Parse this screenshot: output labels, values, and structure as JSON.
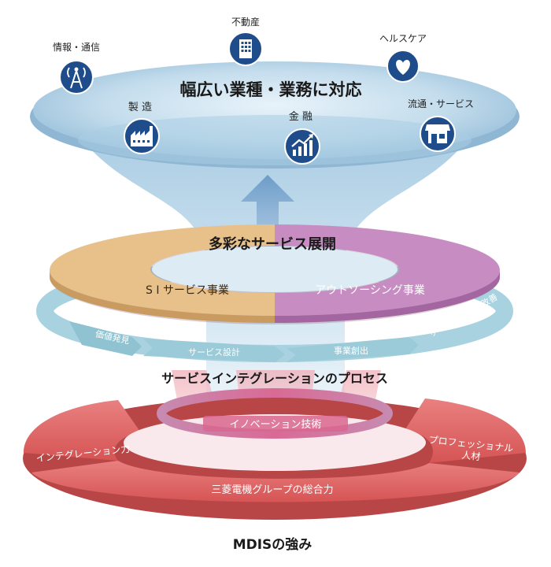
{
  "top_disc": {
    "title": "幅広い業種・業務に対応",
    "industries": [
      {
        "label": "情報・通信",
        "icon": "antenna-icon"
      },
      {
        "label": "不動産",
        "icon": "building-icon"
      },
      {
        "label": "ヘルスケア",
        "icon": "heart-icon"
      },
      {
        "label": "製 造",
        "icon": "factory-icon"
      },
      {
        "label": "金 融",
        "icon": "growth-chart-icon"
      },
      {
        "label": "流通・サービス",
        "icon": "storefront-icon"
      }
    ]
  },
  "service_ring": {
    "title": "多彩なサービス展開",
    "left_label": "S I サービス事業",
    "right_label": "アウトソーシング事業"
  },
  "process": {
    "steps": [
      "価値発見",
      "サービス設計",
      "事業創出",
      "サービス運用・改善"
    ],
    "title": "サービスインテグレーションのプロセス"
  },
  "strength_ring": {
    "innovation_label": "イノベーション技術",
    "left_label": "インテグレーション力",
    "right_label_line1": "プロフェッショナル",
    "right_label_line2": "人材",
    "bottom_label": "三菱電機グループの総合力"
  },
  "footer_title": "MDISの強み",
  "colors": {
    "navy": "#1f4c8a",
    "sky": "#bcd8ea",
    "si_orange": "#e8c08a",
    "outsourcing_purple": "#c78dc2",
    "strength_red": "#d95a5a"
  }
}
